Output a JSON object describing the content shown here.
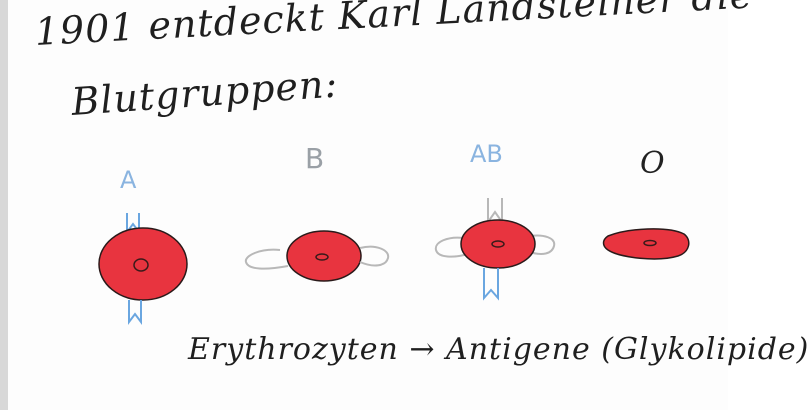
{
  "whiteboard": {
    "title_line1": "1901 entdeckt Karl Landsteiner die",
    "title_line2": "Blutgruppen:",
    "groups": [
      {
        "label": "A",
        "color": "#8ab4e0"
      },
      {
        "label": "B",
        "color": "#9aa0a6"
      },
      {
        "label": "AB",
        "color": "#8ab4e0"
      },
      {
        "label": "O",
        "color": "#222222"
      }
    ],
    "bottom_text": "Erythrozyten → Antigene (Glykolipide)",
    "cell_color": "#e8343f",
    "antigen_blue": "#6aa6e0",
    "antigen_gray": "#b8b8b8"
  }
}
